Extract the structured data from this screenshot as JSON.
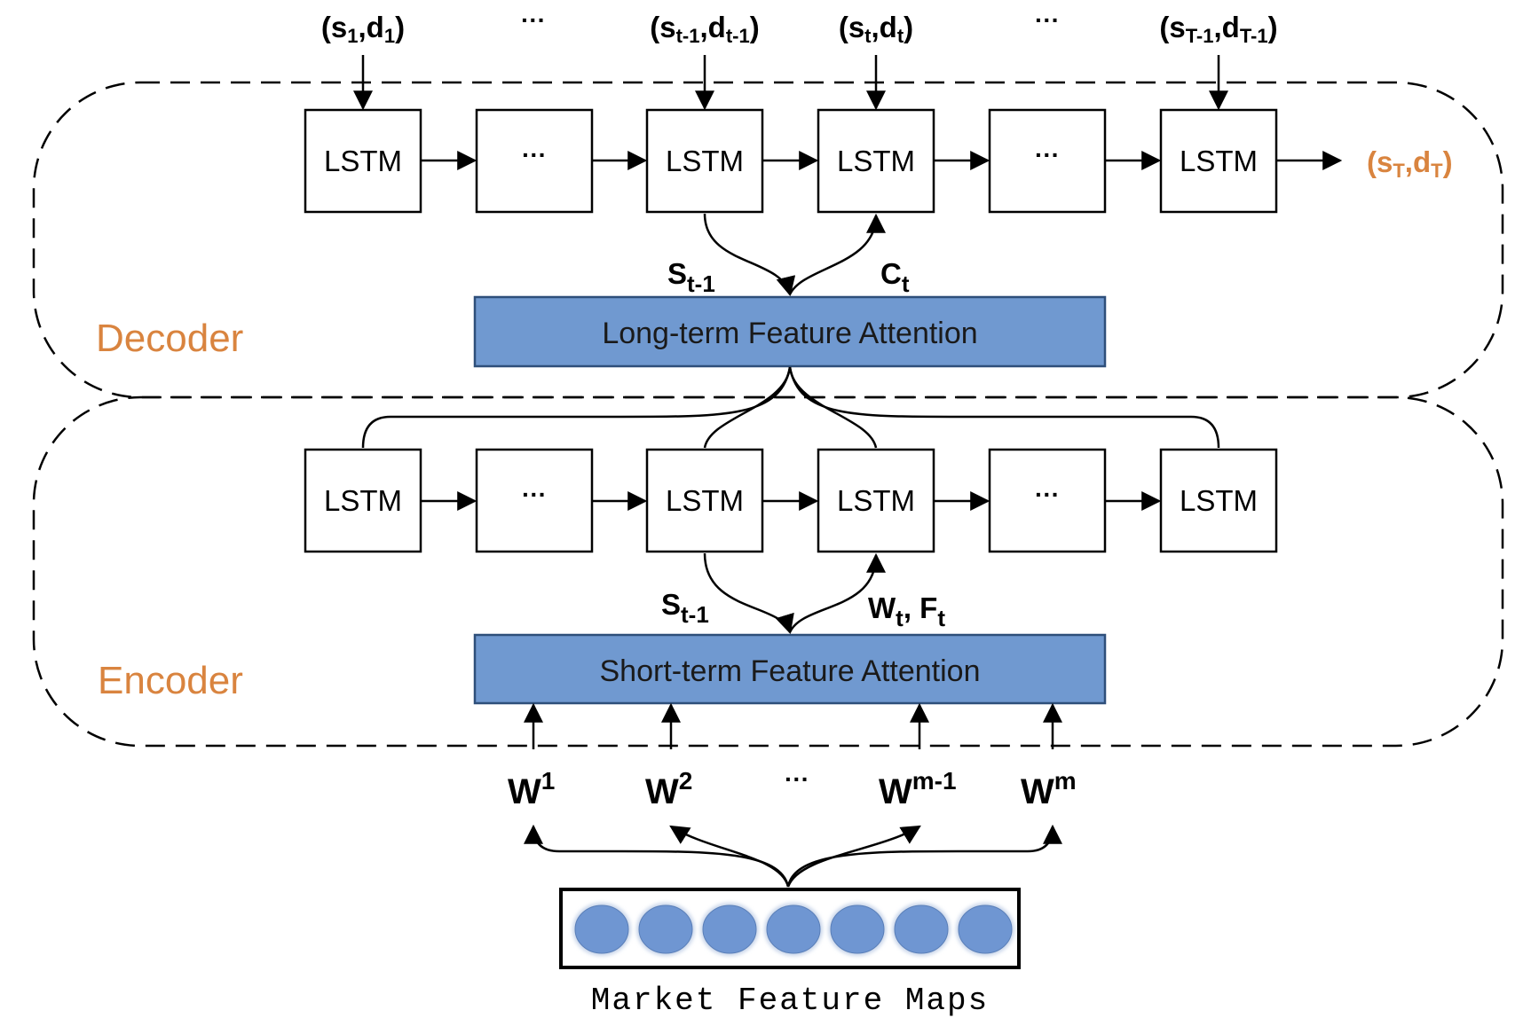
{
  "decoder": {
    "label": "Decoder",
    "inputs": [
      {
        "base": "(s",
        "sub1": "1",
        "mid": ",d",
        "sub2": "1",
        "end": ")"
      },
      {
        "ellipsis": "···"
      },
      {
        "base": "(s",
        "sub1": "t-1",
        "mid": ",d",
        "sub2": "t-1",
        "end": ")"
      },
      {
        "base": "(s",
        "sub1": "t",
        "mid": ",d",
        "sub2": "t",
        "end": ")"
      },
      {
        "ellipsis": "···"
      },
      {
        "base": "(s",
        "sub1": "T-1",
        "mid": ",d",
        "sub2": "T-1",
        "end": ")"
      }
    ],
    "cells": [
      "LSTM",
      "···",
      "LSTM",
      "LSTM",
      "···",
      "LSTM"
    ],
    "output": {
      "base": "(s",
      "sub1": "T",
      "mid": ",d",
      "sub2": "T",
      "end": ")"
    },
    "state_label": {
      "base": "S",
      "sub": "t-1"
    },
    "context_label": {
      "base": "C",
      "sub": "t"
    },
    "attention": "Long-term Feature Attention"
  },
  "encoder": {
    "label": "Encoder",
    "cells": [
      "LSTM",
      "···",
      "LSTM",
      "LSTM",
      "···",
      "LSTM"
    ],
    "state_label": {
      "base": "S",
      "sub": "t-1"
    },
    "weight_label": {
      "w": "W",
      "wsub": "t",
      "sep": ", ",
      "f": "F",
      "fsub": "t"
    },
    "attention": "Short-term Feature Attention"
  },
  "windows": [
    {
      "base": "W",
      "sup": "1"
    },
    {
      "base": "W",
      "sup": "2"
    },
    {
      "ellipsis": "···"
    },
    {
      "base": "W",
      "sup": "m-1"
    },
    {
      "base": "W",
      "sup": "m"
    }
  ],
  "feature_maps": {
    "label": "Market Feature Maps",
    "count": 7
  },
  "colors": {
    "attention_fill": "#7099D0",
    "attention_stroke": "#2E4F7A",
    "accent_orange": "#D9843F",
    "circle_fill": "#6F96D2"
  }
}
